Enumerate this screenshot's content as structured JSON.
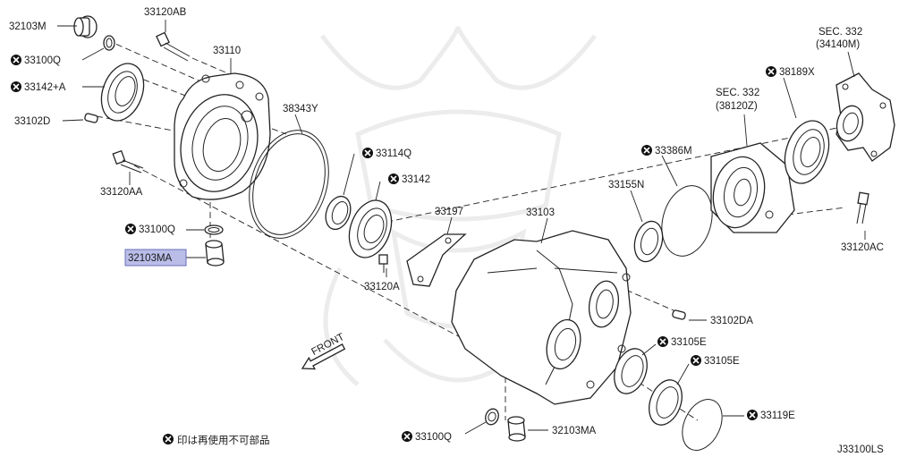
{
  "labels": {
    "p32103M": "32103M",
    "p33120AB": "33120AB",
    "p33100Q_a": "33100Q",
    "p33110": "33110",
    "p33142A": "33142+A",
    "p33102D": "33102D",
    "p38343Y": "38343Y",
    "p33114Q": "33114Q",
    "p33120AA": "33120AA",
    "p33142": "33142",
    "p33100Q_b": "33100Q",
    "p32103MA_a": "32103MA",
    "p33197": "33197",
    "p33120A": "33120A",
    "p33103": "33103",
    "p33155N": "33155N",
    "p33386M": "33386M",
    "sec332_38120_a": "SEC. 332",
    "sec332_38120_b": "(38120Z)",
    "p38189X": "38189X",
    "sec332_34140_a": "SEC. 332",
    "sec332_34140_b": "(34140M)",
    "p33120AC": "33120AC",
    "p33102DA": "33102DA",
    "p33105E_a": "33105E",
    "p33105E_b": "33105E",
    "p33119E": "33119E",
    "p32103MA_b": "32103MA",
    "p33100Q_c": "33100Q",
    "front": "FRONT",
    "legend": "印は再使用不可部品",
    "diagram_code": "J33100LS"
  },
  "highlight_part": "32103MA",
  "icons": {
    "non_reusable_mark": "x-circle-icon",
    "front_arrow": "front-arrow-icon",
    "watermark": "samurai-helmet-watermark"
  },
  "colors": {
    "highlight_fill": "#b9bde8",
    "line": "#222222"
  }
}
